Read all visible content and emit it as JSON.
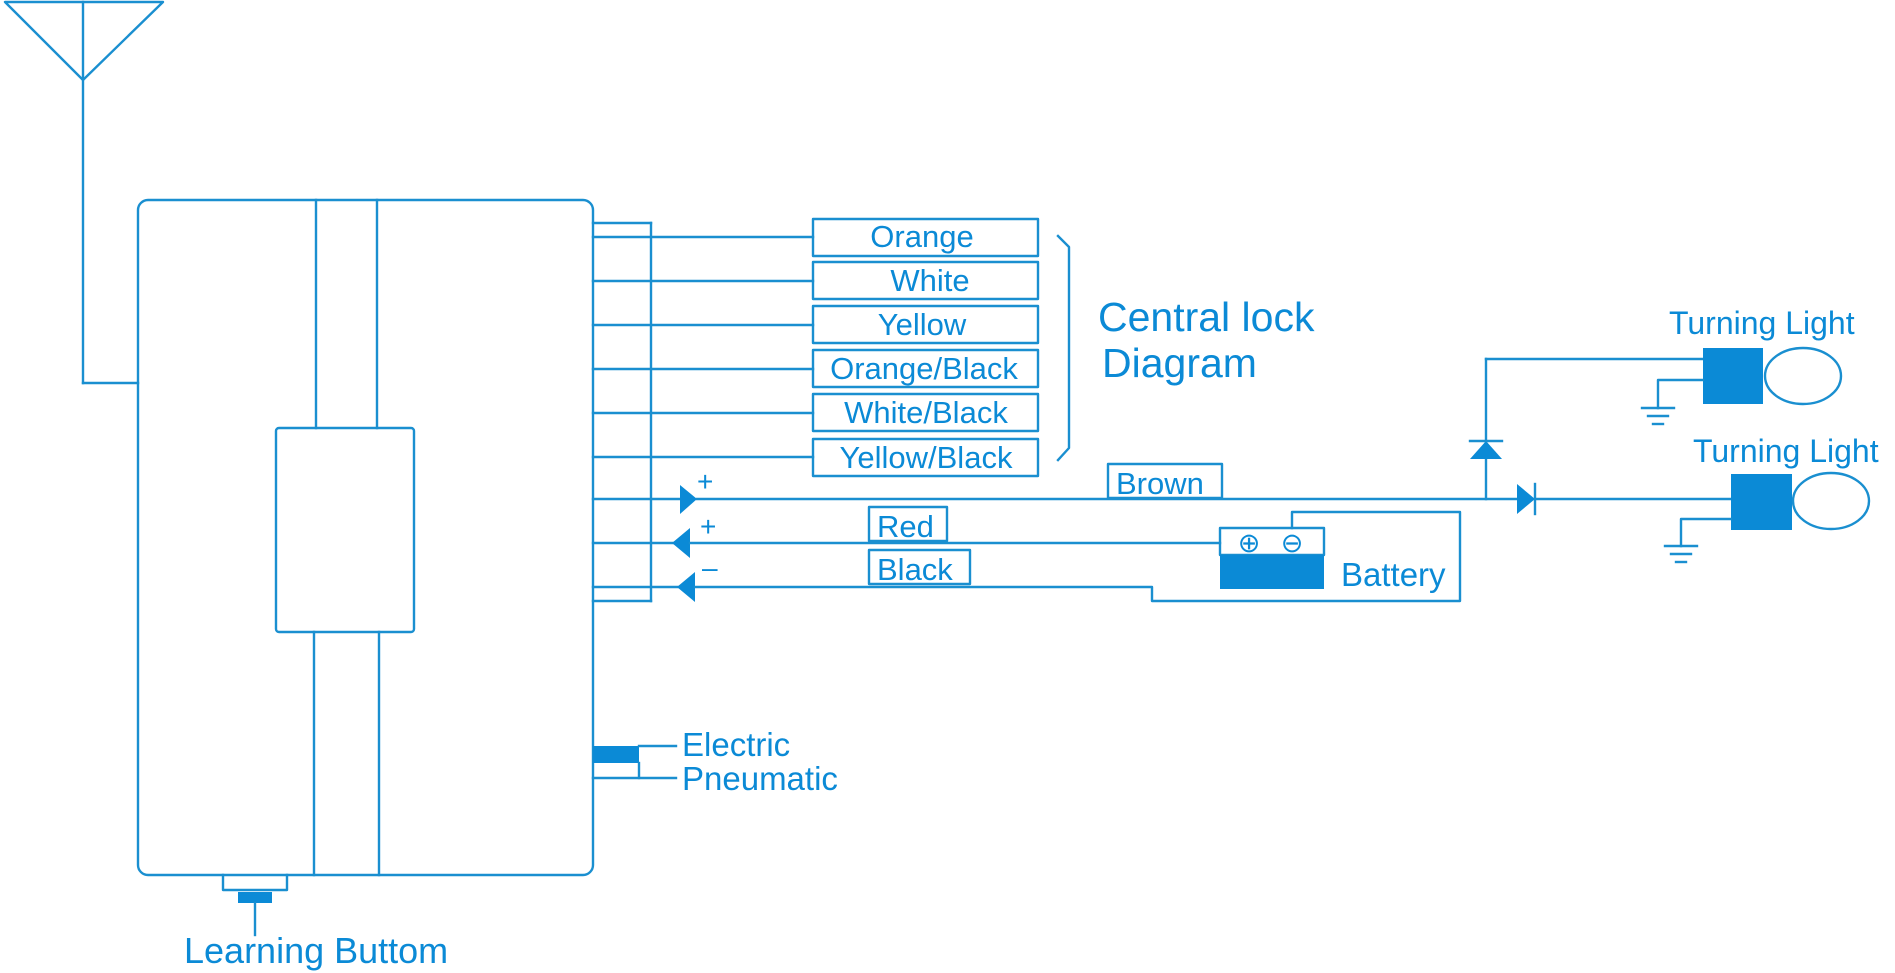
{
  "title": {
    "line1": "Central lock",
    "line2": "Diagram"
  },
  "wires": [
    {
      "label": "Orange"
    },
    {
      "label": "White"
    },
    {
      "label": "Yellow"
    },
    {
      "label": "Orange/Black"
    },
    {
      "label": "White/Black"
    },
    {
      "label": "Yellow/Black"
    }
  ],
  "power_wires": {
    "brown": {
      "label": "Brown",
      "polarity": "+"
    },
    "red": {
      "label": "Red",
      "polarity": "+"
    },
    "black": {
      "label": "Black",
      "polarity": "–"
    }
  },
  "battery": {
    "label": "Battery",
    "plus_symbol": "⊕",
    "minus_symbol": "⊖"
  },
  "turning_lights": [
    {
      "label": "Turning Light"
    },
    {
      "label": "Turning Light"
    }
  ],
  "switch_options": {
    "electric": "Electric",
    "pneumatic": "Pneumatic"
  },
  "learning_button": {
    "label": "Learning Buttom"
  },
  "colors": {
    "line": "#1a8fd0",
    "fill": "#0b8ad6",
    "background": "#ffffff"
  }
}
